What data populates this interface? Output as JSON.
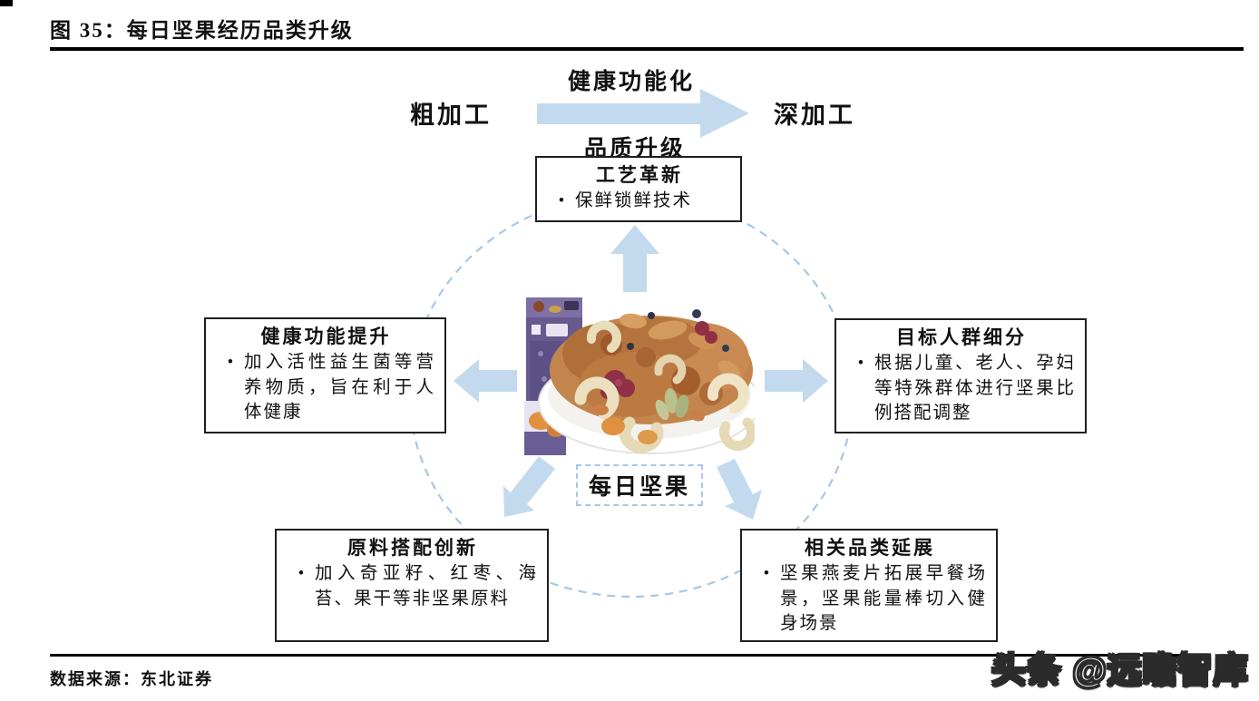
{
  "page": {
    "title": "图 35：每日坚果经历品类升级",
    "source": "数据来源：东北证券",
    "watermark": "头条 @远瞻智库"
  },
  "flow": {
    "left_label": "粗加工",
    "arrow_top_label": "健康功能化",
    "arrow_bottom_label": "品质升级",
    "right_label": "深加工"
  },
  "center": {
    "label": "每日坚果",
    "photo_name": "mixed-nuts-bowl-photo"
  },
  "glyphs": {
    "bullet": "•"
  },
  "boxes": [
    {
      "id": "top",
      "title": "工艺革新",
      "bullets": [
        "保鲜锁鲜技术"
      ]
    },
    {
      "id": "left",
      "title": "健康功能提升",
      "bullets": [
        "加入活性益生菌等营养物质，旨在利于人体健康"
      ]
    },
    {
      "id": "right",
      "title": "目标人群细分",
      "bullets": [
        "根据儿童、老人、孕妇等特殊群体进行坚果比例搭配调整"
      ]
    },
    {
      "id": "bottom-left",
      "title": "原料搭配创新",
      "bullets": [
        "加入奇亚籽、红枣、海苔、果干等非坚果原料"
      ]
    },
    {
      "id": "bottom-right",
      "title": "相关品类延展",
      "bullets": [
        "坚果燕麦片拓展早餐场景，坚果能量棒切入健身场景"
      ]
    }
  ],
  "colors": {
    "arrow_fill": "#c3daee",
    "dashed_stroke": "#a8c7e6",
    "box_border": "#1f1f1f",
    "rule": "#000000"
  }
}
